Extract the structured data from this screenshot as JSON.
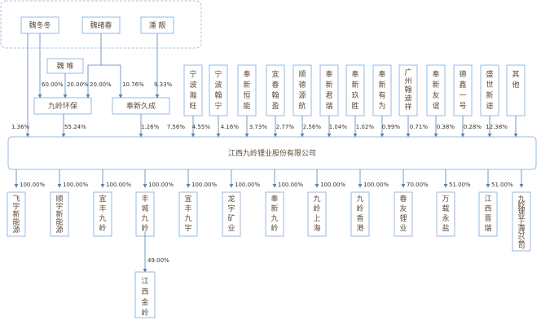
{
  "people": [
    {
      "name": "魏冬冬"
    },
    {
      "name": "魏绪春"
    },
    {
      "name": "潘  靓"
    }
  ],
  "wei_wei": {
    "name": "魏 唯"
  },
  "jiuling": {
    "name": "九岭环保"
  },
  "fengxin": {
    "name": "奉新久成"
  },
  "people_pcts": {
    "dd_jl": "60.00%",
    "ww_jl": "20.00%",
    "xc_jl": "20.00%",
    "xc_fx": "10.76%",
    "pl_fx": "9.33%"
  },
  "shareholders": [
    {
      "name": "宁波瀚旺",
      "pct": "7.56%"
    },
    {
      "name": "宁波翰宁",
      "pct": "4.55%"
    },
    {
      "name": "奉新恒能",
      "pct": "4.16%"
    },
    {
      "name": "宜春翰盈",
      "pct": "3.73%"
    },
    {
      "name": "顺德源航",
      "pct": "2.77%"
    },
    {
      "name": "奉新君瑞",
      "pct": "2.56%"
    },
    {
      "name": "奉新玖胜",
      "pct": "1.04%"
    },
    {
      "name": "奉新有为",
      "pct": "1.02%"
    },
    {
      "name": "广州翰迪祥",
      "pct": "0.99%"
    },
    {
      "name": "奉新友谊",
      "pct": "0.71%"
    },
    {
      "name": "德鑫一号",
      "pct": "0.38%"
    },
    {
      "name": "盛世新途",
      "pct": "0.28%"
    },
    {
      "name": "其  他",
      "pct": "12.38%"
    }
  ],
  "direct_pcts": {
    "dd_company": "1.36%",
    "jl_company": "55.24%",
    "fx_company": "1.26%"
  },
  "company": {
    "name": "江西九岭锂业股份有限公司"
  },
  "subsidiaries": [
    {
      "name": "飞宇新能源",
      "pct": "100.00%"
    },
    {
      "name": "顺宇新能源",
      "pct": "100.00%"
    },
    {
      "name": "宜丰九岭",
      "pct": "100.00%"
    },
    {
      "name": "丰城九岭",
      "pct": "100.00%"
    },
    {
      "name": "宜丰九宇",
      "pct": "100.00%"
    },
    {
      "name": "龙宇矿业",
      "pct": "100.00%"
    },
    {
      "name": "奉新九岭",
      "pct": "100.00%"
    },
    {
      "name": "九岭上海",
      "pct": "100.00%"
    },
    {
      "name": "九岭香港",
      "pct": "100.00%"
    },
    {
      "name": "春友锂业",
      "pct": "70.00%"
    },
    {
      "name": "万载永盐",
      "pct": "51.00%"
    },
    {
      "name": "江西晋瑞",
      "pct": "51.00%"
    },
    {
      "name": "九岭锂业上海分公司",
      "pct": ""
    }
  ],
  "jinling": {
    "name": "江西金岭",
    "pct": "49.00%"
  },
  "colors": {
    "box_border": "#7fa7d9",
    "line": "#5b80b8",
    "text": "#5b4b3b",
    "dash": "#8fb0dc"
  }
}
